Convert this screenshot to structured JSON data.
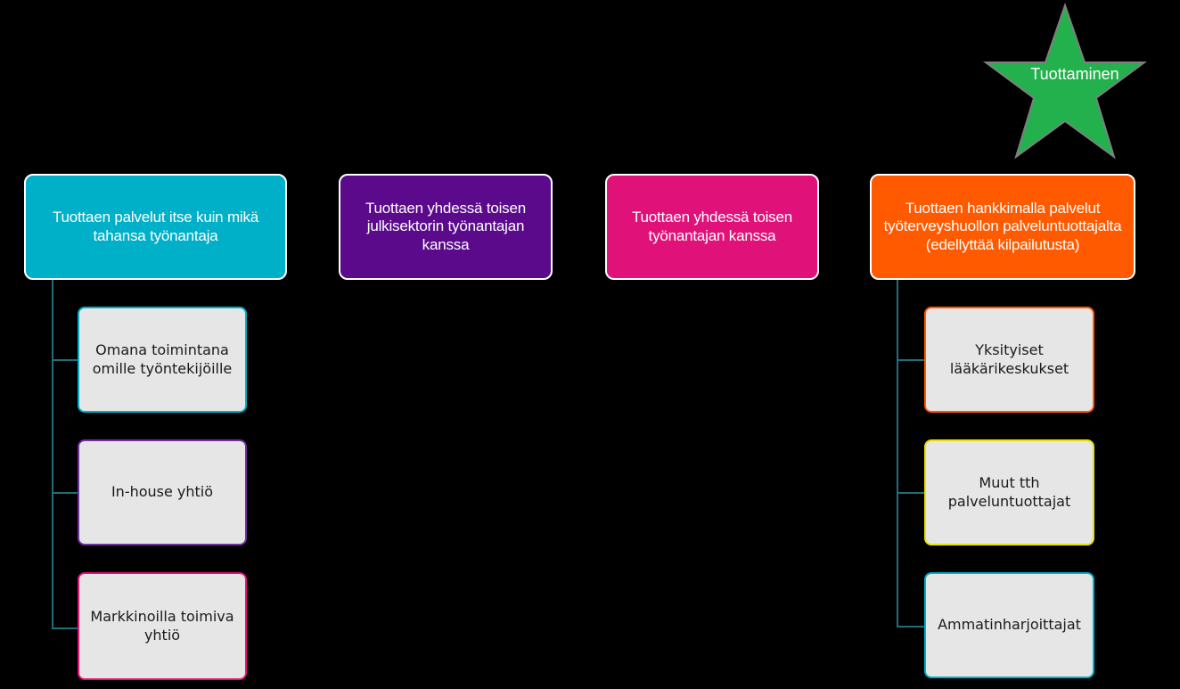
{
  "star": {
    "label": "Tuottaminen",
    "fill": "#22b14c",
    "stroke": "#7f7f7f"
  },
  "columns": [
    {
      "label": "Tuottaen palvelut itse kuin mikä tahansa työnantaja",
      "color": "#00b0c8",
      "children": [
        {
          "label": "Omana toimintana omille työntekijöille",
          "border": "#00b0c8"
        },
        {
          "label": "In-house yhtiö",
          "border": "#7030a0"
        },
        {
          "label": "Markkinoilla toimiva yhtiö",
          "border": "#e6127a"
        }
      ]
    },
    {
      "label": "Tuottaen yhdessä toisen julkisektorin työnantajan kanssa",
      "color": "#5a0a8a",
      "children": []
    },
    {
      "label": "Tuottaen yhdessä toisen työnantajan kanssa",
      "color": "#e0127a",
      "children": []
    },
    {
      "label": "Tuottaen hankkimalla palvelut työterveyshuollon palveluntuottajalta (edellyttää kilpailutusta)",
      "color": "#ff5a00",
      "children": [
        {
          "label": "Yksityiset lääkärikeskukset",
          "border": "#ff5a00"
        },
        {
          "label": "Muut tth palveluntuottajat",
          "border": "#e8e000"
        },
        {
          "label": "Ammatinharjoittajat",
          "border": "#00b0c8"
        }
      ]
    }
  ]
}
